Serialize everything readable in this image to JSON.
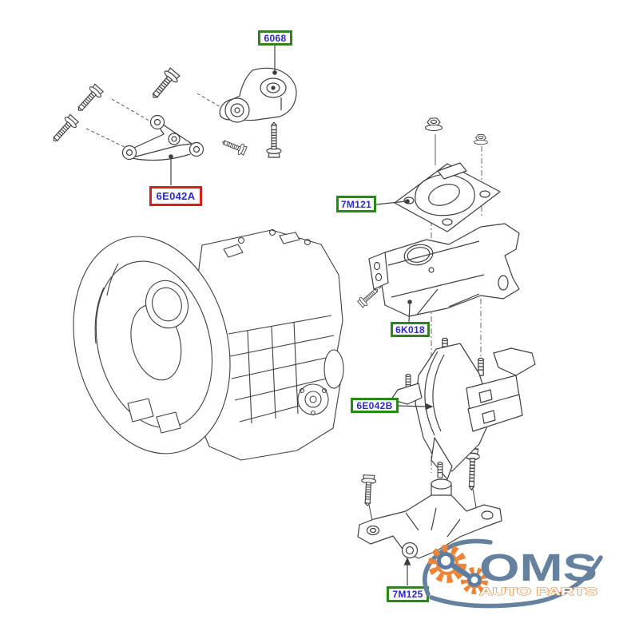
{
  "diagram": {
    "kind": "exploded-parts-diagram",
    "subject": "transmission and engine mounting",
    "parts": [
      {
        "code": "6068",
        "highlight": false
      },
      {
        "code": "6E042A",
        "highlight": true
      },
      {
        "code": "7M121",
        "highlight": false
      },
      {
        "code": "6K018",
        "highlight": false
      },
      {
        "code": "6E042B",
        "highlight": false
      },
      {
        "code": "7M125",
        "highlight": false
      }
    ],
    "label_colors": {
      "box_green": "#2d861c",
      "box_red": "#d32020",
      "text_blue": "#2a2ac8"
    }
  },
  "logo": {
    "brand": "OMS",
    "tagline": "AUTO PARTS",
    "colors": {
      "blue": "#64819f",
      "orange": "#ee8436"
    }
  }
}
